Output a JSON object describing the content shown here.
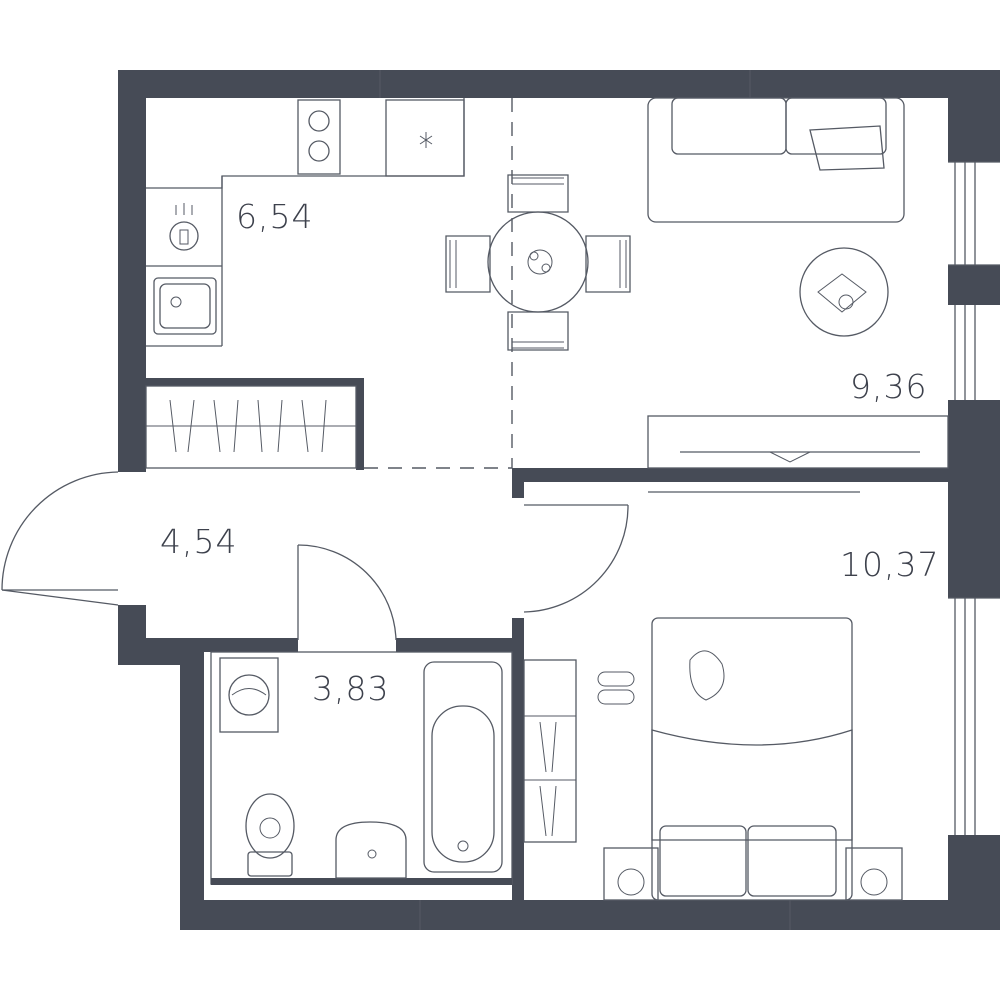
{
  "plan": {
    "wall_color": "#464b56",
    "line_color": "#555a64",
    "rooms": [
      {
        "id": "kitchen",
        "area": "6,54"
      },
      {
        "id": "living",
        "area": "9,36"
      },
      {
        "id": "hall",
        "area": "4,54"
      },
      {
        "id": "bedroom",
        "area": "10,37"
      },
      {
        "id": "bathroom",
        "area": "3,83"
      }
    ]
  }
}
